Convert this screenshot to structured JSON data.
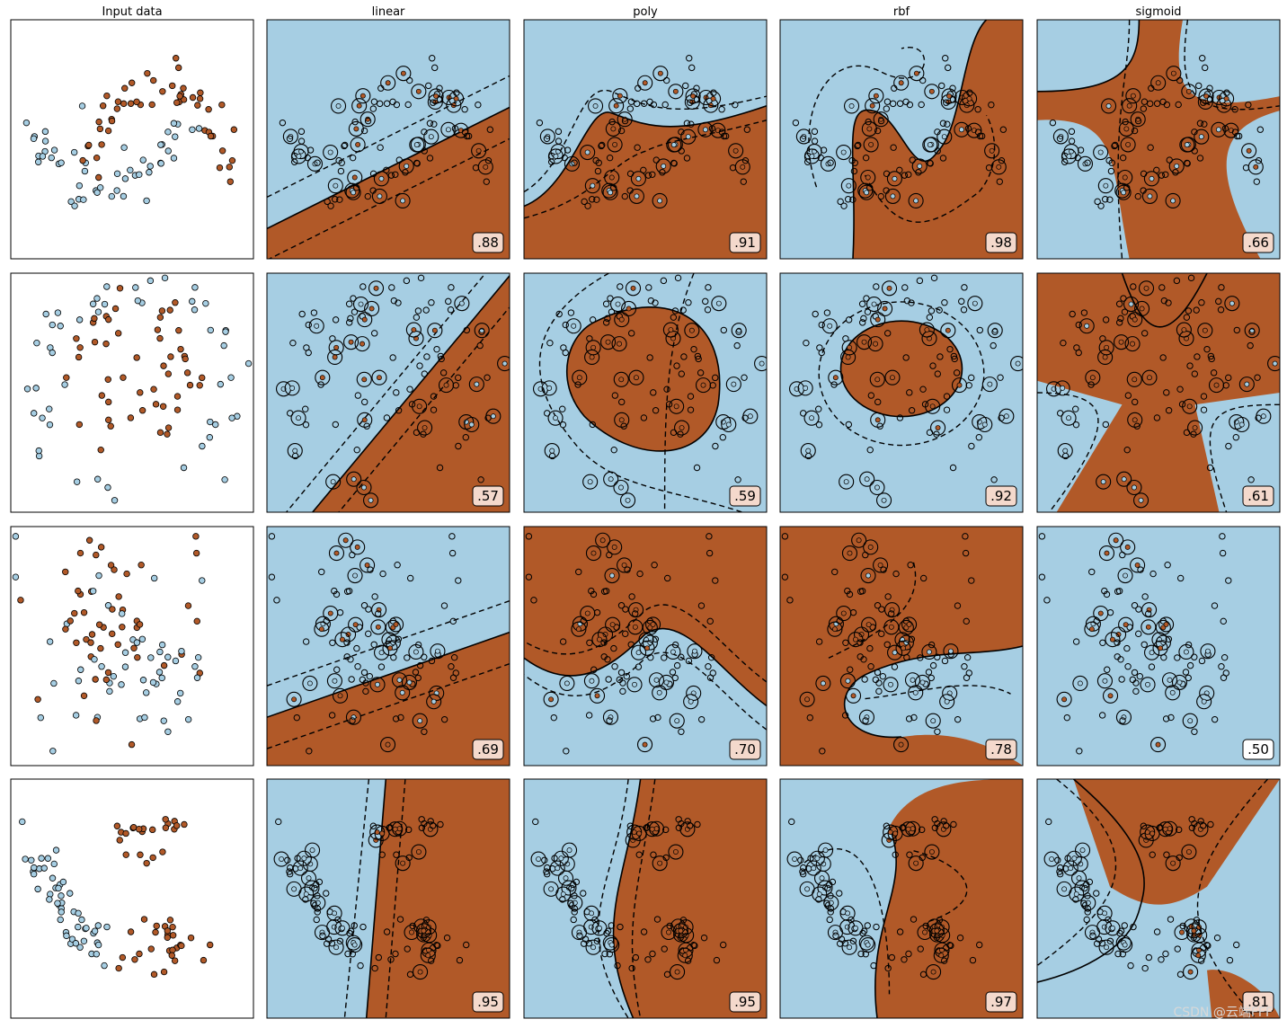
{
  "columns": [
    "Input data",
    "linear",
    "poly",
    "rbf",
    "sigmoid"
  ],
  "colors": {
    "class0": "#a6cee3",
    "class1": "#b15928",
    "edge": "#000000",
    "box_low": "#ffffff",
    "box_high": "#f4d9cc"
  },
  "watermark": "CSDN @云端FFF",
  "chart_data": [
    {
      "type": "scatter",
      "dataset": "moons",
      "scores": {
        "linear": ".88",
        "poly": ".91",
        "rbf": ".98",
        "sigmoid": ".66"
      },
      "decision_boundary": {
        "linear": {
          "kind": "line",
          "slope": 0.5
        },
        "poly": {
          "kind": "poly"
        },
        "rbf": {
          "kind": "moons-rbf"
        },
        "sigmoid": {
          "kind": "cross"
        }
      }
    },
    {
      "type": "scatter",
      "dataset": "circles",
      "scores": {
        "linear": ".57",
        "poly": ".59",
        "rbf": ".92",
        "sigmoid": ".61"
      },
      "decision_boundary": {
        "linear": {
          "kind": "line",
          "slope": 1.2
        },
        "poly": {
          "kind": "blob"
        },
        "rbf": {
          "kind": "circle"
        },
        "sigmoid": {
          "kind": "star"
        }
      }
    },
    {
      "type": "scatter",
      "dataset": "blobs",
      "scores": {
        "linear": ".69",
        "poly": ".70",
        "rbf": ".78",
        "sigmoid": ".50"
      },
      "decision_boundary": {
        "linear": {
          "kind": "line",
          "slope": 0.35
        },
        "poly": {
          "kind": "wave"
        },
        "rbf": {
          "kind": "blob-rbf"
        },
        "sigmoid": {
          "kind": "none"
        }
      }
    },
    {
      "type": "scatter",
      "dataset": "aniso",
      "scores": {
        "linear": ".95",
        "poly": ".95",
        "rbf": ".97",
        "sigmoid": ".81"
      },
      "decision_boundary": {
        "linear": {
          "kind": "vline"
        },
        "poly": {
          "kind": "vcurve"
        },
        "rbf": {
          "kind": "aniso-rbf"
        },
        "sigmoid": {
          "kind": "hourglass"
        }
      }
    }
  ]
}
